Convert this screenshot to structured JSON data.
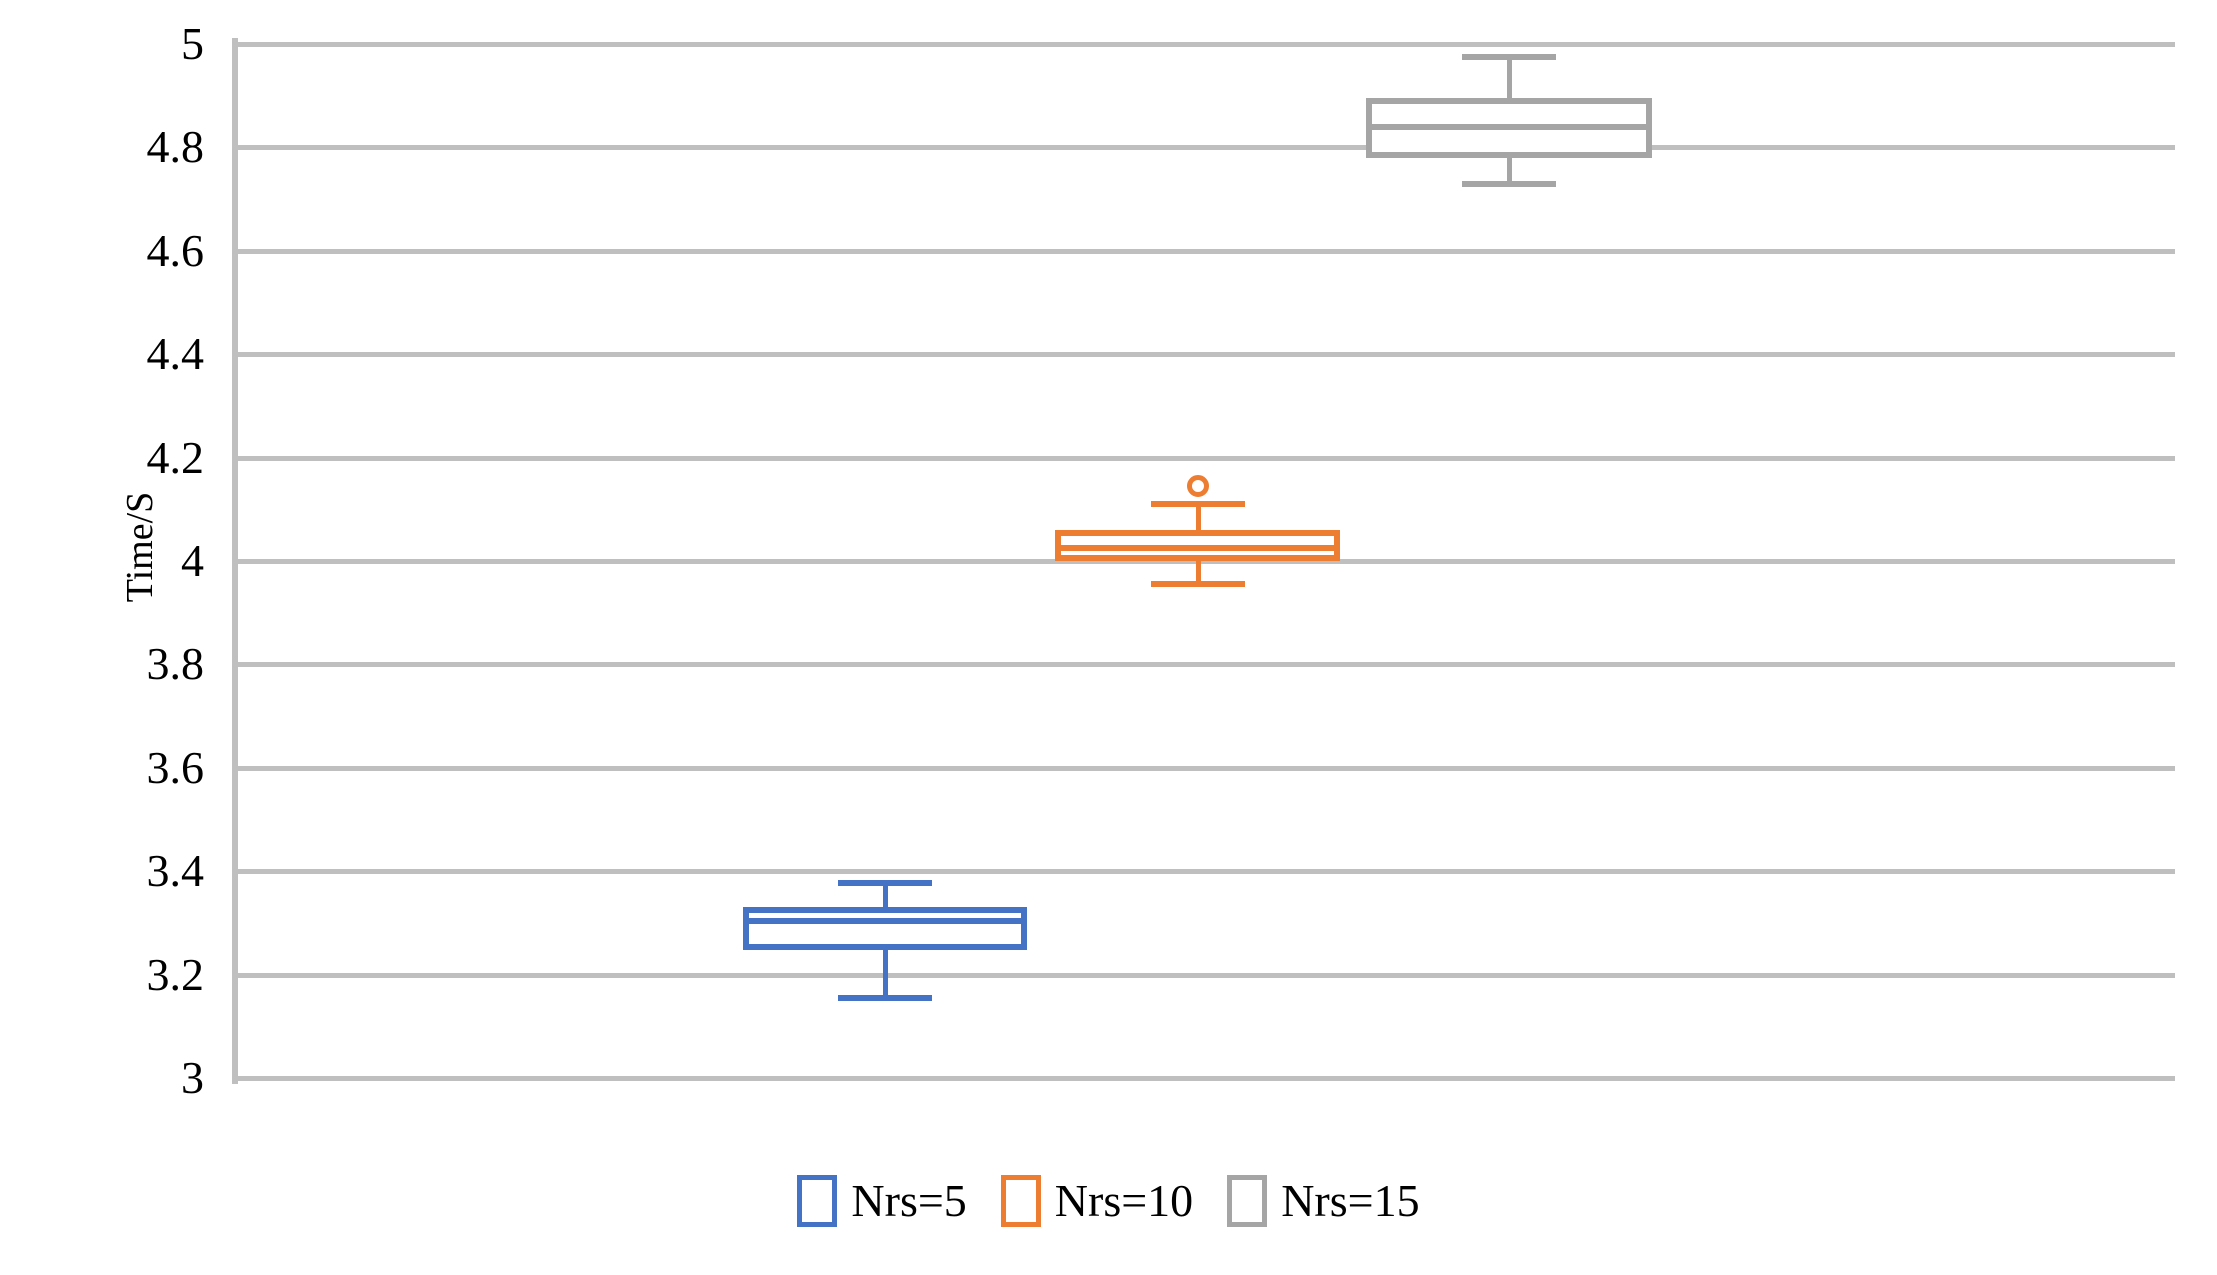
{
  "chart_data": {
    "type": "box",
    "title": "",
    "xlabel": "",
    "ylabel": "Time/S",
    "ylim": [
      3,
      5
    ],
    "ytick_step": 0.2,
    "ytick_labels": [
      "5",
      "4.8",
      "4.6",
      "4.4",
      "4.2",
      "4",
      "3.8",
      "3.6",
      "3.4",
      "3.2",
      "3"
    ],
    "ytick_values": [
      5,
      4.8,
      4.6,
      4.4,
      4.2,
      4,
      3.8,
      3.6,
      3.4,
      3.2,
      3
    ],
    "grid": true,
    "legend_position": "bottom",
    "categories": [
      "Nrs=5",
      "Nrs=10",
      "Nrs=15"
    ],
    "series": [
      {
        "name": "Nrs=5",
        "color": "#4472c4",
        "center_x": 885,
        "box_left": 743,
        "box_right": 1027,
        "whisker_min": 3.155,
        "q1": 3.247,
        "median": 3.304,
        "q3": 3.331,
        "whisker_max": 3.377,
        "outliers": []
      },
      {
        "name": "Nrs=10",
        "color": "#ed7d31",
        "center_x": 1198,
        "box_left": 1055,
        "box_right": 1340,
        "whisker_min": 3.955,
        "q1": 4.0,
        "median": 4.025,
        "q3": 4.06,
        "whisker_max": 4.11,
        "outliers": [
          4.145
        ]
      },
      {
        "name": "Nrs=15",
        "color": "#a5a5a5",
        "center_x": 1509,
        "box_left": 1366,
        "box_right": 1652,
        "whisker_min": 4.73,
        "q1": 4.78,
        "median": 4.84,
        "q3": 4.895,
        "whisker_max": 4.975,
        "outliers": []
      }
    ]
  },
  "axis": {
    "title": "Time/S"
  },
  "legend": {
    "items": [
      {
        "label": "Nrs=5",
        "color": "#4472c4"
      },
      {
        "label": "Nrs=10",
        "color": "#ed7d31"
      },
      {
        "label": "Nrs=15",
        "color": "#a5a5a5"
      }
    ]
  },
  "colors": {
    "grid": "#bfbfbf",
    "axis": "#bfbfbf",
    "background": "#ffffff",
    "text": "#000000"
  }
}
